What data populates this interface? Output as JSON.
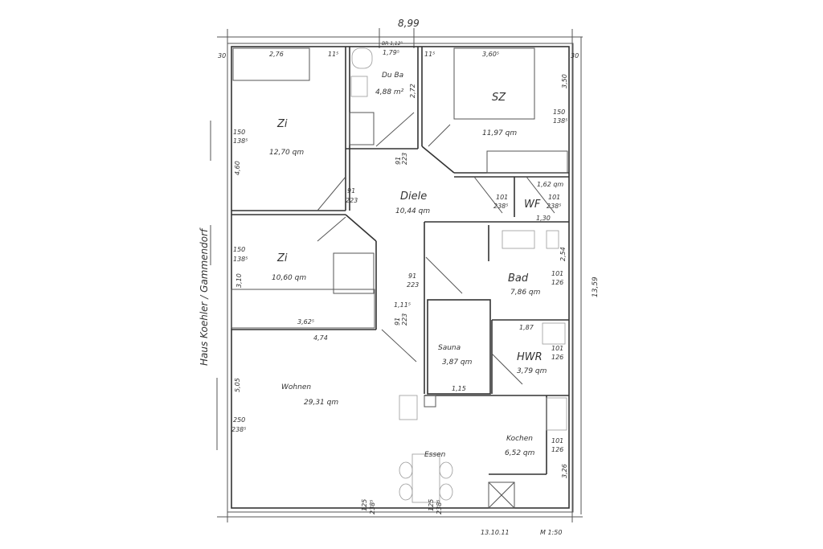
{
  "title": "Haus Koehler / Gammendorf",
  "date": "13.10.11",
  "scale": "M 1:50",
  "overall_width": "8,99",
  "overall_height": "13,59",
  "rooms": [
    {
      "name": "Zi",
      "area": "12,70 qm"
    },
    {
      "name": "Du Ba",
      "area": "4,88 m²"
    },
    {
      "name": "SZ",
      "area": "11,97 qm"
    },
    {
      "name": "Diele",
      "area": "10,44 qm"
    },
    {
      "name": "WF",
      "area": "1,62 qm"
    },
    {
      "name": "Zi",
      "area": "10,60 qm"
    },
    {
      "name": "Bad",
      "area": "7,86 qm"
    },
    {
      "name": "Sauna",
      "area": "3,87 qm"
    },
    {
      "name": "HWR",
      "area": "3,79 qm"
    },
    {
      "name": "Wohnen",
      "area": "29,31 qm"
    },
    {
      "name": "Kochen",
      "area": "6,52 qm"
    },
    {
      "name": "Essen",
      "area": ""
    }
  ],
  "dims": {
    "d276": "2,76",
    "d3605": "3,60⁵",
    "d1795": "1,79⁵",
    "br": "BR 1,12⁵",
    "d30a": "30",
    "d30b": "30",
    "d115a": "11⁵",
    "d115b": "11⁵",
    "d272": "2,72",
    "d350": "3,50",
    "w150a": "150",
    "w1385a": "138⁵",
    "w150b": "150",
    "w1385b": "138⁵",
    "w150c": "150",
    "w1385c": "138⁵",
    "d460": "4,60",
    "door91a": "91",
    "door223a": "223",
    "door91b": "91",
    "door223b": "223",
    "door91c": "91",
    "door223c": "223",
    "door91d": "91",
    "door223d": "223",
    "w101a": "101",
    "w2385a": "238⁵",
    "w101b": "101",
    "w2385b": "238⁵",
    "d130": "1,30",
    "d310": "3,10",
    "d3625": "3,62⁵",
    "d474": "4,74",
    "d1115": "1,11⁵",
    "d254": "2,54",
    "w101c": "101",
    "w126c": "126",
    "d187": "1,87",
    "w101d": "101",
    "w126d": "126",
    "d505": "5,05",
    "w250": "250",
    "w2385e": "238⁵",
    "d115s": "1,15",
    "w125a": "125",
    "w2385f": "238⁵",
    "w125b": "125",
    "w2385g": "238⁵",
    "w101e": "101",
    "w126e": "126",
    "d326": "3,26"
  }
}
